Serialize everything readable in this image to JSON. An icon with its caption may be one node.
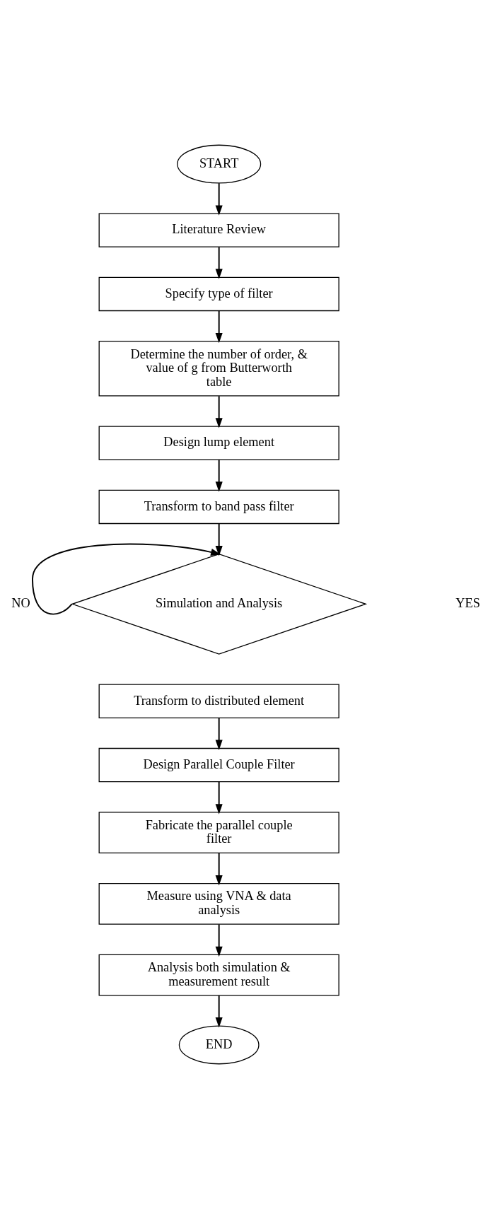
{
  "diagram": {
    "nodes": [
      {
        "text": [
          "START"
        ]
      },
      {
        "text": [
          "Literature Review"
        ]
      },
      {
        "text": [
          "Specify type of filter"
        ]
      },
      {
        "text": [
          "Determine the number of order, & value of g from Butterworth table"
        ]
      },
      {
        "text": [
          "Design lump element"
        ]
      },
      {
        "text": [
          "Transform to band pass filter"
        ]
      },
      {
        "text": [
          "Simulation and Analysis"
        ]
      },
      {
        "text": [
          "Transform to distributed element"
        ]
      },
      {
        "text": [
          "Design Parallel Couple Filter"
        ]
      },
      {
        "text": [
          "Fabricate the parallel couple filter"
        ]
      },
      {
        "text": [
          "Measure using VNA & data analysis"
        ]
      },
      {
        "text": [
          "Analysis both simulation & measurement result"
        ]
      },
      {
        "text": [
          "END"
        ]
      }
    ],
    "edges": [
      {
        "from": 0,
        "to": 1,
        "arrow": "to"
      },
      {
        "from": 1,
        "to": 2,
        "arrow": "to"
      },
      {
        "from": 2,
        "to": 3,
        "arrow": "to"
      },
      {
        "from": 3,
        "to": 4,
        "arrow": "to"
      },
      {
        "from": 4,
        "to": 5,
        "arrow": "to"
      },
      {
        "from": 5,
        "to": 6,
        "arrow": "to"
      },
      {
        "from": 6,
        "to": 6,
        "arrow": "to",
        "label": "NO"
      },
      {
        "from": 7,
        "to": 8,
        "arrow": "to"
      },
      {
        "from": 8,
        "to": 9,
        "arrow": "to"
      },
      {
        "from": 9,
        "to": 10,
        "arrow": "to"
      },
      {
        "from": 10,
        "to": 11,
        "arrow": "to"
      },
      {
        "from": 11,
        "to": 12,
        "arrow": "to"
      }
    ],
    "labels": [
      "YES"
    ]
  }
}
